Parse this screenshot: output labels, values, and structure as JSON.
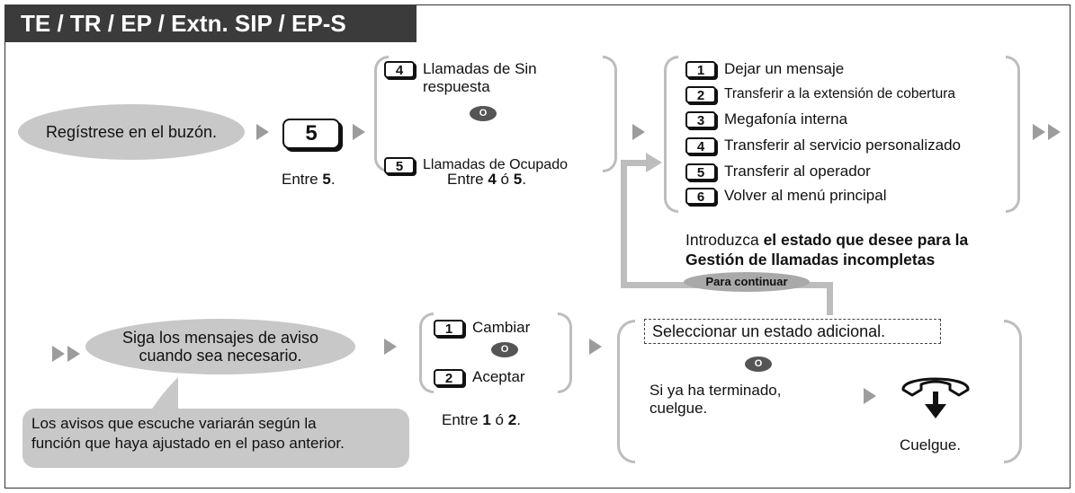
{
  "title": "TE / TR / EP / Extn. SIP / EP-S",
  "step_login": {
    "bubble": "Regístrese en el buzón.",
    "key": "5",
    "caption_prefix": "Entre ",
    "caption_key": "5",
    "caption_suffix": "."
  },
  "step_call_type": {
    "options": [
      {
        "key": "4",
        "label_line1": "Llamadas de Sin",
        "label_line2": "respuesta"
      },
      {
        "key": "5",
        "label": "Llamadas de Ocupado"
      }
    ],
    "or": "O",
    "caption_prefix": "Entre ",
    "caption_key1": "4",
    "caption_mid": " ó ",
    "caption_key2": "5",
    "caption_suffix": "."
  },
  "step_status": {
    "options": [
      {
        "key": "1",
        "label": "Dejar un mensaje"
      },
      {
        "key": "2",
        "label": "Transferir a la extensión de cobertura"
      },
      {
        "key": "3",
        "label": "Megafonía interna"
      },
      {
        "key": "4",
        "label": "Transferir al servicio personalizado"
      },
      {
        "key": "5",
        "label": "Transferir al operador"
      },
      {
        "key": "6",
        "label": "Volver al menú principal"
      }
    ],
    "caption_prefix": "Introduzca ",
    "caption_bold_line1": "el estado que desee para la",
    "caption_bold_line2": "Gestión de llamadas incompletas"
  },
  "continue_label": "Para continuar",
  "step_prompts": {
    "bubble_line1": "Siga los mensajes de aviso",
    "bubble_line2": "cuando sea necesario.",
    "note_line1": "Los avisos que escuche variarán según la",
    "note_line2": "función que haya ajustado en el paso anterior."
  },
  "step_confirm": {
    "options": [
      {
        "key": "1",
        "label": "Cambiar"
      },
      {
        "key": "2",
        "label": "Aceptar"
      }
    ],
    "or": "O",
    "caption_prefix": "Entre ",
    "caption_key1": "1",
    "caption_mid": " ó ",
    "caption_key2": "2",
    "caption_suffix": "."
  },
  "step_finish": {
    "dashed": "Seleccionar un estado adicional.",
    "or": "O",
    "text_line1": "Si ya ha terminado,",
    "text_line2": "cuelgue.",
    "caption": "Cuelgue."
  },
  "colors": {
    "title_bg": "#3b3b3b",
    "bubble": "#c8c8c8",
    "arrow": "#9c9c9c",
    "bracket": "#bdbdbd"
  }
}
